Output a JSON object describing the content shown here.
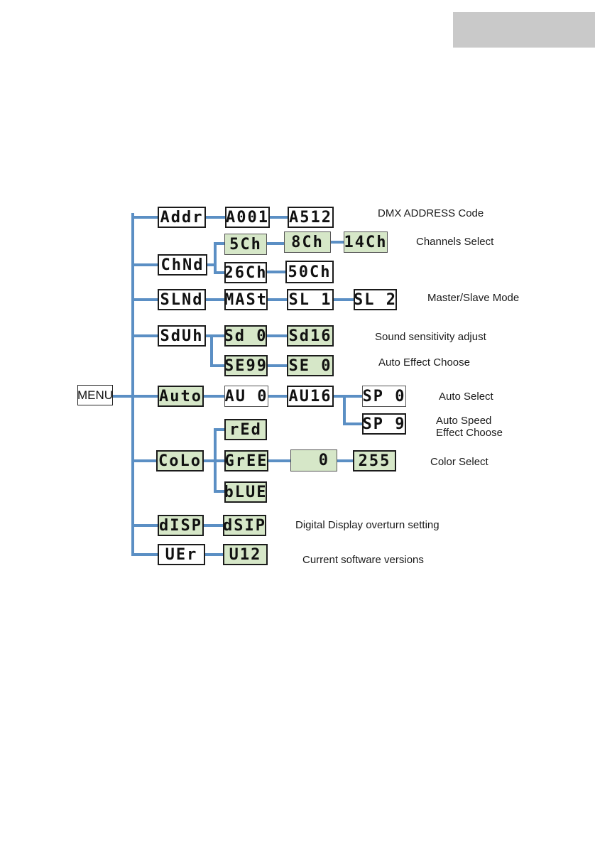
{
  "menu_label": "MENU",
  "nodes": {
    "addr": "Addr",
    "a001": "A001",
    "a512": "A512",
    "chnd": "ChNd",
    "ch5": "5Ch",
    "ch8": "8Ch",
    "ch14": "14Ch",
    "ch26": "26Ch",
    "ch50": "50Ch",
    "slnd": "SLNd",
    "mast": "MASt",
    "sl1": "SL 1",
    "sl2": "SL 2",
    "sduh": "SdUh",
    "sd0": "Sd 0",
    "sd16": "Sd16",
    "se99": "SE99",
    "se0": "SE 0",
    "auto": "Auto",
    "au0": "AU 0",
    "au16": "AU16",
    "sp0": "SP 0",
    "sp9": "SP 9",
    "colo": "CoLo",
    "red": "rEd",
    "gree": "GrEE",
    "val0": "0",
    "val255": "255",
    "blue": "bLUE",
    "dispo": "dISP",
    "disp_alt": "dSIP",
    "ver": "UEr",
    "v12": "U12"
  },
  "labels": {
    "dmx": "DMX ADDRESS Code",
    "channels": "Channels Select",
    "master": "Master/Slave Mode",
    "sound": "Sound sensitivity adjust",
    "auto_effect": "Auto Effect Choose",
    "auto_select": "Auto Select",
    "auto_speed_1": "Auto Speed",
    "auto_speed_2": "Effect Choose",
    "color": "Color Select",
    "display": "Digital Display overturn setting",
    "software": "Current software versions"
  },
  "colors": {
    "connector": "#5b8fc4",
    "lcd_background": "#d6e7c8",
    "tab_gray": "#c9c9c9"
  }
}
